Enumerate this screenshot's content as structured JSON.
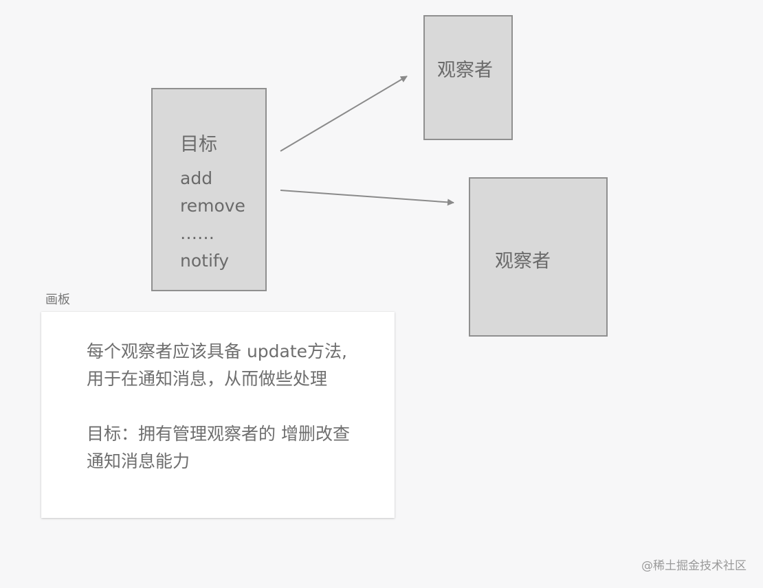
{
  "diagram": {
    "target": {
      "title": "目标",
      "methods": [
        "add",
        "remove",
        "……",
        "notify"
      ]
    },
    "observers": [
      {
        "title": "观察者"
      },
      {
        "title": "观察者"
      }
    ],
    "edges": [
      {
        "from": "target",
        "to": "observer-1"
      },
      {
        "from": "target",
        "to": "observer-2"
      }
    ],
    "colors": {
      "box_fill": "#d9d9d9",
      "box_stroke": "#8f8f8f",
      "arrow": "#8a8a8a",
      "background": "#f7f7f8"
    }
  },
  "canvas": {
    "label": "画板",
    "note": {
      "para1_line1": "每个观察者应该具备 update方法,",
      "para1_line2": "用于在通知消息，从而做些处理",
      "para2_line1": "目标：拥有管理观察者的 增删改查",
      "para2_line2": "通知消息能力"
    }
  },
  "watermark": "@稀土掘金技术社区"
}
